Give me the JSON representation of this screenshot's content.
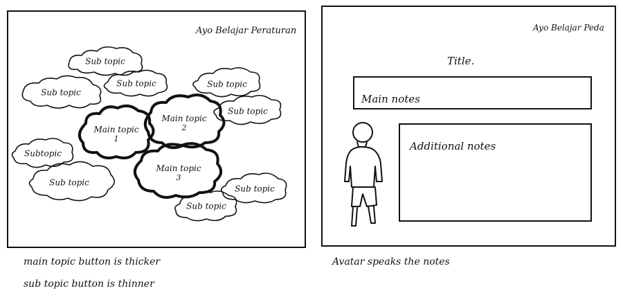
{
  "left_panel": {
    "app_title": "Ayo Belajar Peraturan",
    "main_topics": [
      {
        "label": "Main topic",
        "number": "1"
      },
      {
        "label": "Main topic",
        "number": "2"
      },
      {
        "label": "Main topic",
        "number": "3"
      }
    ],
    "sub_topics": [
      "Sub topic",
      "Sub topic",
      "Sub topic",
      "Sub topic",
      "Sub topic",
      "Subtopic",
      "Sub topic",
      "Sub topic",
      "Sub topic"
    ]
  },
  "right_panel": {
    "app_title": "Ayo Belajar Peda",
    "page_title": "Title.",
    "main_notes": "Main notes",
    "additional_notes": "Additional notes"
  },
  "notes": {
    "main_topic_note": "main topic button is thicker",
    "sub_topic_note": "sub topic button is thinner",
    "avatar_note": "Avatar speaks the notes"
  }
}
